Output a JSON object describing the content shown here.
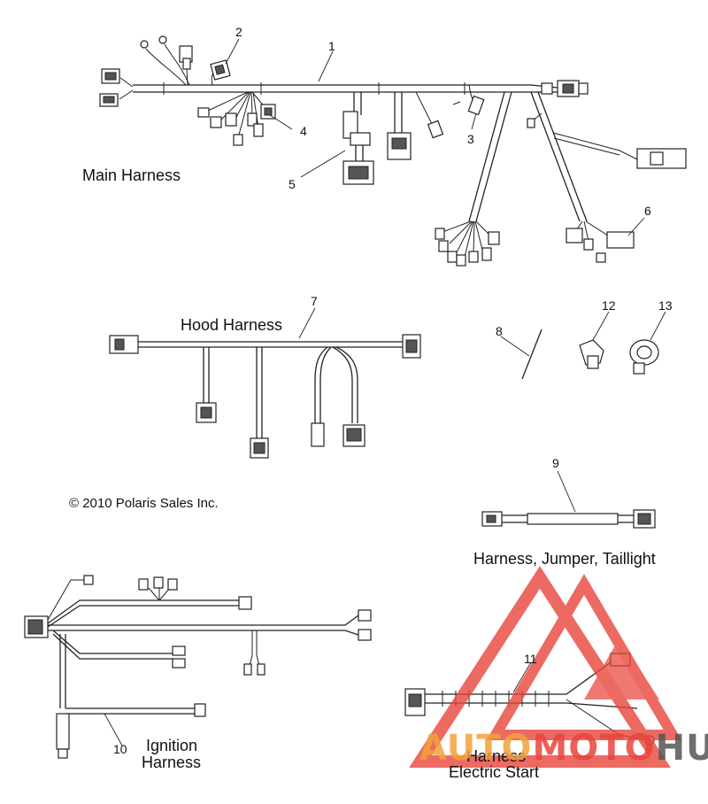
{
  "captions": {
    "main_harness": "Main Harness",
    "hood_harness": "Hood Harness",
    "jumper_taillight": "Harness, Jumper, Taillight",
    "ignition_line1": "Ignition",
    "ignition_line2": "Harness",
    "electric_line1": "Harness",
    "electric_line2": "Electric Start"
  },
  "copyright": "© 2010 Polaris Sales Inc.",
  "callouts": [
    "1",
    "2",
    "3",
    "4",
    "5",
    "6",
    "7",
    "8",
    "9",
    "10",
    "11",
    "12",
    "13"
  ],
  "watermark": {
    "text_auto": "AUTO",
    "text_moto": "MOTO",
    "text_hub": "HUB",
    "colors": {
      "red": "#e8453c",
      "orange": "#f2a23a",
      "gray": "#555555"
    }
  },
  "line_color": "#222222"
}
